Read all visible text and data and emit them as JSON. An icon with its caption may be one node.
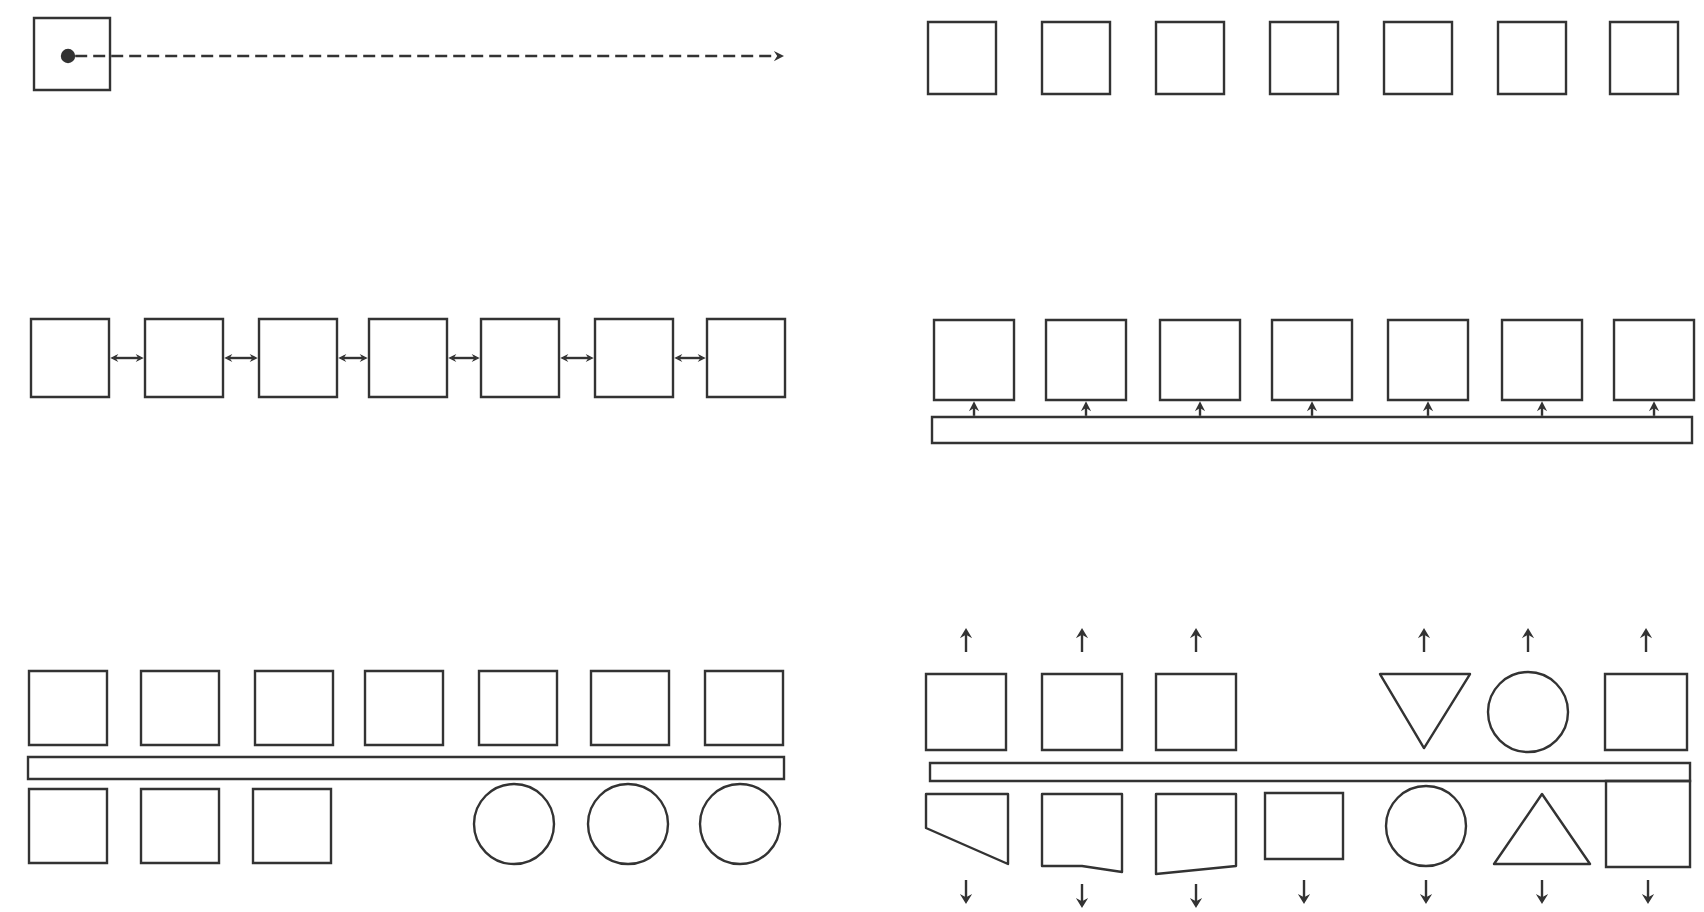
{
  "diagram": {
    "nodes": [
      {
        "text": [],
        "shape": "box"
      },
      {
        "text": [],
        "shape": "circle",
        "in": 0
      },
      {
        "text": [],
        "shape": "box"
      },
      {
        "text": [],
        "shape": "box"
      },
      {
        "text": [],
        "shape": "box"
      },
      {
        "text": [],
        "shape": "box"
      },
      {
        "text": [],
        "shape": "box"
      },
      {
        "text": [],
        "shape": "box"
      },
      {
        "text": [],
        "shape": "box"
      },
      {
        "text": [],
        "shape": "box"
      },
      {
        "text": [],
        "shape": "box"
      },
      {
        "text": [],
        "shape": "box"
      },
      {
        "text": [],
        "shape": "box"
      },
      {
        "text": [],
        "shape": "box"
      },
      {
        "text": [],
        "shape": "box"
      },
      {
        "text": [],
        "shape": "box"
      },
      {
        "text": [],
        "shape": "box"
      },
      {
        "text": [],
        "shape": "box"
      },
      {
        "text": [],
        "shape": "box"
      },
      {
        "text": [],
        "shape": "box"
      },
      {
        "text": [],
        "shape": "box"
      },
      {
        "text": [],
        "shape": "box"
      },
      {
        "text": [],
        "shape": "box"
      },
      {
        "text": [],
        "shape": "bar"
      },
      {
        "text": [],
        "shape": "box"
      },
      {
        "text": [],
        "shape": "box"
      },
      {
        "text": [],
        "shape": "box"
      },
      {
        "text": [],
        "shape": "box"
      },
      {
        "text": [],
        "shape": "box"
      },
      {
        "text": [],
        "shape": "box"
      },
      {
        "text": [],
        "shape": "box"
      },
      {
        "text": [],
        "shape": "bar"
      },
      {
        "text": [],
        "shape": "box"
      },
      {
        "text": [],
        "shape": "box"
      },
      {
        "text": [],
        "shape": "box"
      },
      {
        "text": [],
        "shape": "circle"
      },
      {
        "text": [],
        "shape": "circle"
      },
      {
        "text": [],
        "shape": "circle"
      },
      {
        "text": [],
        "shape": "box"
      },
      {
        "text": [],
        "shape": "box"
      },
      {
        "text": [],
        "shape": "box"
      },
      {
        "text": [],
        "shape": "triangle"
      },
      {
        "text": [],
        "shape": "circle"
      },
      {
        "text": [],
        "shape": "box"
      },
      {
        "text": [],
        "shape": "bar"
      },
      {
        "text": [],
        "shape": "box"
      },
      {
        "text": [],
        "shape": "box"
      },
      {
        "text": [],
        "shape": "box"
      },
      {
        "text": [],
        "shape": "box"
      },
      {
        "text": [],
        "shape": "circle"
      },
      {
        "text": [],
        "shape": "triangle"
      },
      {
        "text": [],
        "shape": "box"
      }
    ],
    "edges": [
      {
        "from": 1,
        "to": null,
        "arrow": "to",
        "style": "dashed"
      },
      {
        "from": 9,
        "to": 10,
        "arrow": "both"
      },
      {
        "from": 10,
        "to": 11,
        "arrow": "both"
      },
      {
        "from": 11,
        "to": 12,
        "arrow": "both"
      },
      {
        "from": 12,
        "to": 13,
        "arrow": "both"
      },
      {
        "from": 13,
        "to": 14,
        "arrow": "both"
      },
      {
        "from": 14,
        "to": 15,
        "arrow": "both"
      },
      {
        "from": 23,
        "to": 16,
        "arrow": "to"
      },
      {
        "from": 23,
        "to": 17,
        "arrow": "to"
      },
      {
        "from": 23,
        "to": 18,
        "arrow": "to"
      },
      {
        "from": 23,
        "to": 19,
        "arrow": "to"
      },
      {
        "from": 23,
        "to": 20,
        "arrow": "to"
      },
      {
        "from": 23,
        "to": 21,
        "arrow": "to"
      },
      {
        "from": 23,
        "to": 22,
        "arrow": "to"
      }
    ]
  }
}
